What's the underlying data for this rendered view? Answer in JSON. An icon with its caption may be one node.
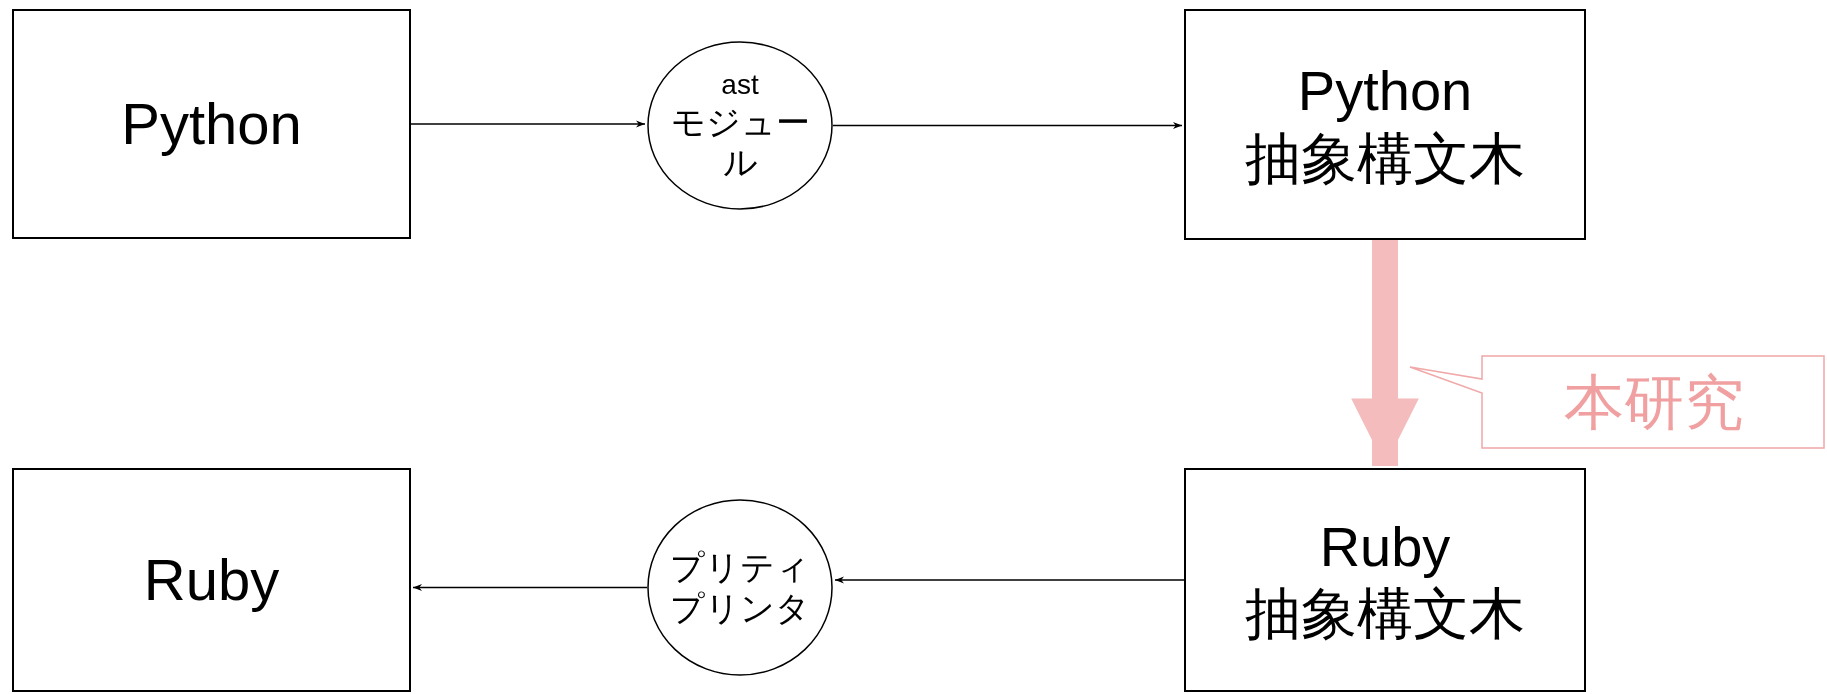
{
  "diagram": {
    "nodes": [
      {
        "text": [
          "Python"
        ]
      },
      {
        "text": [
          "ast",
          "モジュール"
        ]
      },
      {
        "text": [
          "Python",
          "抽象構文木"
        ]
      },
      {
        "text": [
          "Ruby",
          "抽象構文木"
        ]
      },
      {
        "text": [
          "プリティプリンタ"
        ]
      },
      {
        "text": [
          "Ruby"
        ]
      },
      {
        "text": [
          "本研究"
        ]
      }
    ],
    "edges": [
      {
        "from": 0,
        "to": 1,
        "arrow": "to"
      },
      {
        "from": 1,
        "to": 2,
        "arrow": "to"
      },
      {
        "from": 2,
        "to": 3,
        "arrow": "to",
        "style": "thick",
        "color": "#f4bcbc"
      },
      {
        "from": 3,
        "to": 4,
        "arrow": "to"
      },
      {
        "from": 4,
        "to": 5,
        "arrow": "to"
      }
    ]
  }
}
